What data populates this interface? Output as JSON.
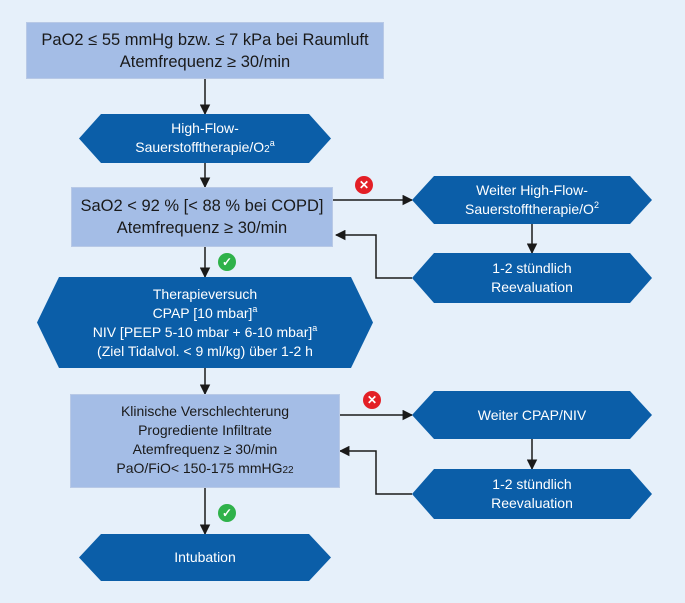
{
  "nodes": {
    "start": {
      "line1": "PaO2 ≤ 55 mmHg bzw. ≤ 7 kPa bei Raumluft",
      "line2": "Atemfrequenz ≥ 30/min"
    },
    "highflow": {
      "line1": "High-Flow-",
      "line2_main": "Sauerstofftherapie/O",
      "line2_sub": "2",
      "line2_sup": "a"
    },
    "sao2": {
      "line1": "SaO2 < 92 % [< 88 % bei COPD]",
      "line2": "Atemfrequenz ≥ 30/min"
    },
    "weiter_highflow": {
      "line1": "Weiter High-Flow-",
      "line2_main": "Sauerstofftherapie/O",
      "line2_sup": "2"
    },
    "reeval1": {
      "line1": "1-2 stündlich",
      "line2": "Reevaluation"
    },
    "therapie": {
      "line1": "Therapieversuch",
      "line2_main": "CPAP [10 mbar]",
      "line2_sup": "a",
      "line3_main": "NIV [PEEP 5-10 mbar + 6-10 mbar]",
      "line3_sup": "a",
      "line4": "(Ziel Tidalvol. < 9 ml/kg) über 1-2 h"
    },
    "klinisch": {
      "line1": "Klinische Verschlechterung",
      "line2": "Progrediente Infiltrate",
      "line3": "Atemfrequenz ≥ 30/min",
      "line4_main": "PaO/FiO< 150-175 mmHG",
      "line4_sub": "22"
    },
    "weiter_cpap": {
      "line1": "Weiter CPAP/NIV"
    },
    "reeval2": {
      "line1": "1-2 stündlich",
      "line2": "Reevaluation"
    },
    "intubation": {
      "line1": "Intubation"
    }
  },
  "badges": {
    "no": "✕",
    "yes": "✓"
  },
  "colors": {
    "background": "#e6f0fa",
    "box_fill": "#a4bde6",
    "hex_fill": "#0b5ea8",
    "arrow": "#1a1a1a",
    "no_badge": "#e31f26",
    "yes_badge": "#2fb24a"
  }
}
